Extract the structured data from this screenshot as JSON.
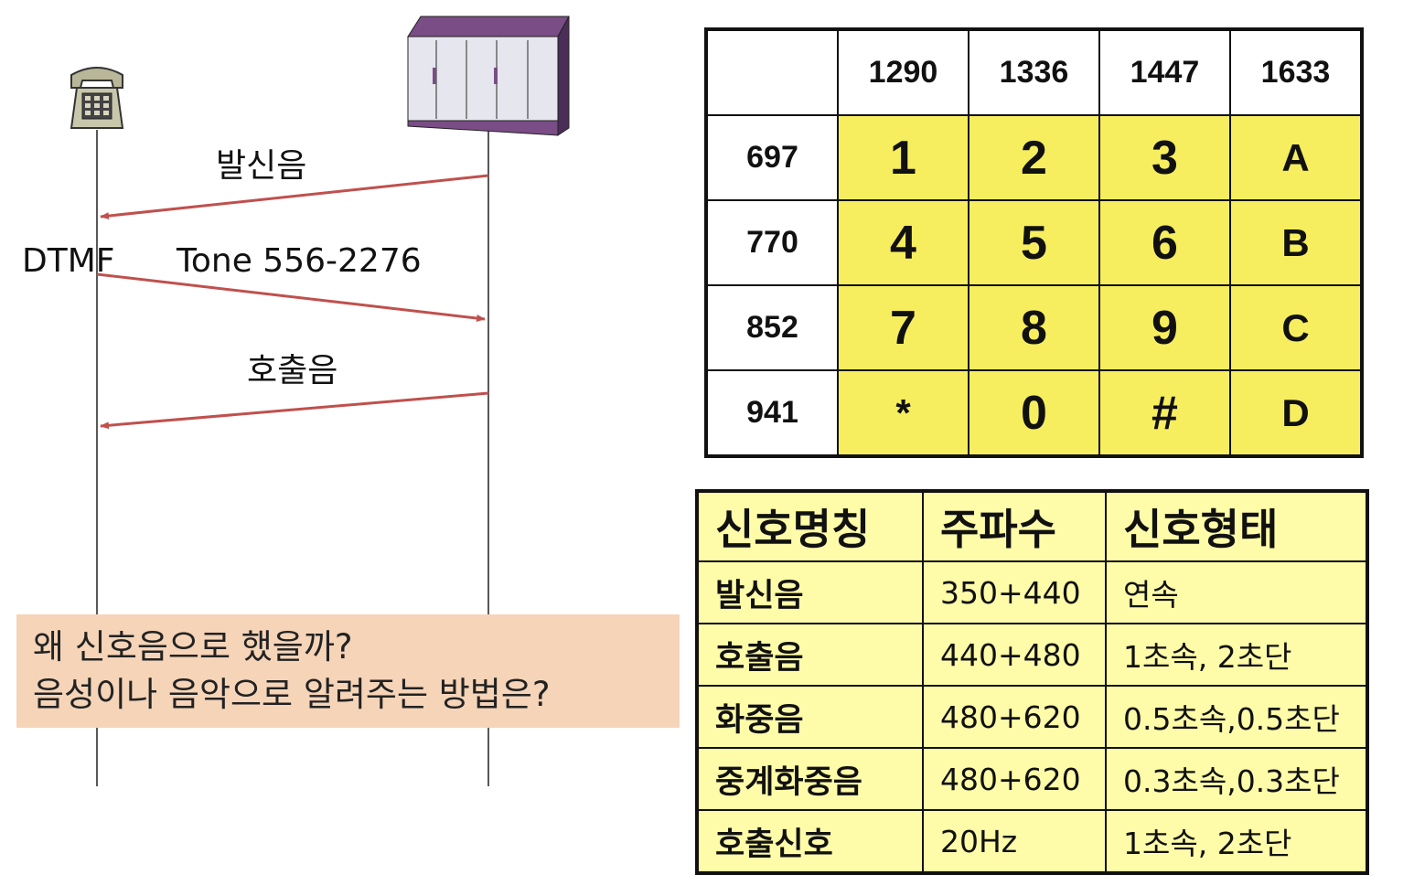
{
  "sequence": {
    "phone_icon": "telephone-icon",
    "exchange_icon": "telephone-exchange-icon",
    "msg1": "발신음",
    "dtmf": "DTMF",
    "msg2": "Tone 556-2276",
    "msg3": "호출음",
    "arrow_color": "#c0504d"
  },
  "note": {
    "line1": "왜 신호음으로 했을까?",
    "line2": "음성이나 음악으로 알려주는 방법은?"
  },
  "dtmf_table": {
    "col_freqs": [
      "1290",
      "1336",
      "1447",
      "1633"
    ],
    "rows": [
      {
        "freq": "697",
        "keys": [
          "1",
          "2",
          "3",
          "A"
        ]
      },
      {
        "freq": "770",
        "keys": [
          "4",
          "5",
          "6",
          "B"
        ]
      },
      {
        "freq": "852",
        "keys": [
          "7",
          "8",
          "9",
          "C"
        ]
      },
      {
        "freq": "941",
        "keys": [
          "*",
          "0",
          "#",
          "D"
        ]
      }
    ],
    "key_color": "#f6ee5f"
  },
  "tone_table": {
    "headers": [
      "신호명칭",
      "주파수",
      "신호형태"
    ],
    "rows": [
      [
        "발신음",
        "350+440",
        "연속"
      ],
      [
        "호출음",
        "440+480",
        "1초속, 2초단"
      ],
      [
        "화중음",
        "480+620",
        "0.5초속,0.5초단"
      ],
      [
        "중계화중음",
        "480+620",
        "0.3초속,0.3초단"
      ],
      [
        "호출신호",
        "20Hz",
        "1초속, 2초단"
      ]
    ],
    "bg_color": "#fefca8"
  }
}
